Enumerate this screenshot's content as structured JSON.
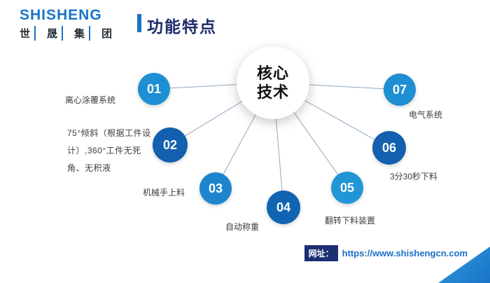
{
  "logo": {
    "name": "SHISHENG",
    "sub_chars": {
      "c1": "世",
      "c2": "晟",
      "c3": "集",
      "c4": "团"
    }
  },
  "title": "功能特点",
  "center": {
    "line1": "核心",
    "line2": "技术"
  },
  "nodes": [
    {
      "num": "01",
      "label": "离心涂覆系统",
      "color": "#1e8fd2"
    },
    {
      "num": "02",
      "label": "75°倾斜（根据工件设计）,360°工件无死角、无积液",
      "color": "#1361ae"
    },
    {
      "num": "03",
      "label": "机械手上料",
      "color": "#1e85cd"
    },
    {
      "num": "04",
      "label": "自动称重",
      "color": "#1064b2"
    },
    {
      "num": "05",
      "label": "翻转下料装置",
      "color": "#2196d6"
    },
    {
      "num": "06",
      "label": "3分30秒下料",
      "color": "#1361ae"
    },
    {
      "num": "07",
      "label": "电气系统",
      "color": "#1e8fd2"
    }
  ],
  "footer": {
    "label": "网址：",
    "url": "https://www.shishengcn.com"
  },
  "colors": {
    "brand_blue": "#1a73c6",
    "title_navy": "#1b2a6b",
    "connector_gray": "#8fa6bd"
  }
}
